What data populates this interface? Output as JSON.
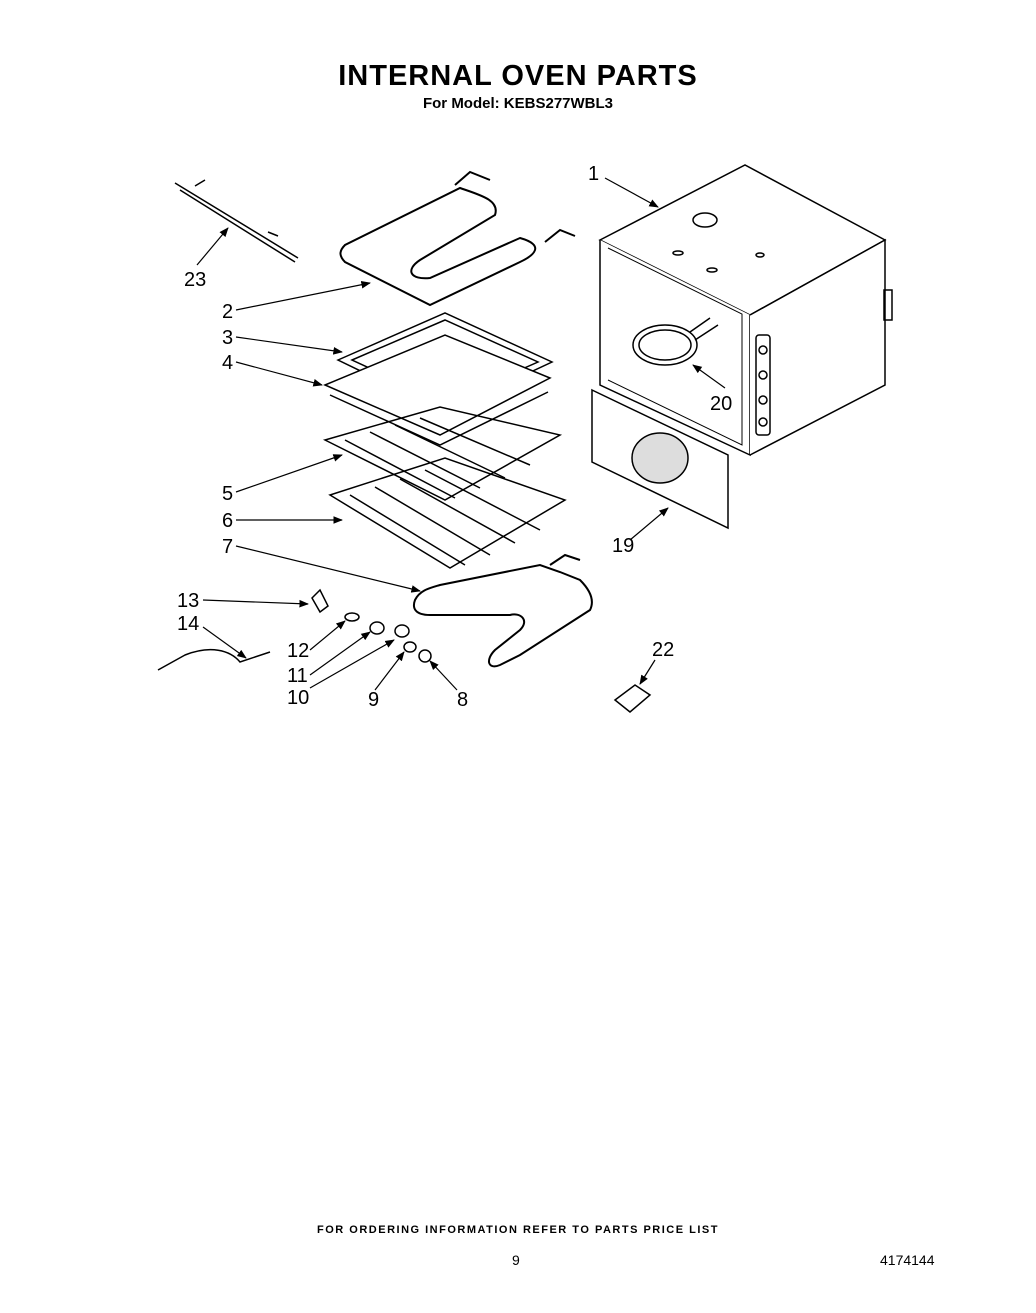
{
  "header": {
    "title": "INTERNAL OVEN PARTS",
    "subtitle": "For Model: KEBS277WBL3"
  },
  "callouts": {
    "c1": "1",
    "c2": "2",
    "c3": "3",
    "c4": "4",
    "c5": "5",
    "c6": "6",
    "c7": "7",
    "c8": "8",
    "c9": "9",
    "c10": "10",
    "c11": "11",
    "c12": "12",
    "c13": "13",
    "c14": "14",
    "c19": "19",
    "c20": "20",
    "c22": "22",
    "c23": "23"
  },
  "footer": {
    "ordering_note": "FOR ORDERING INFORMATION REFER TO PARTS PRICE LIST",
    "page_number": "9",
    "doc_number": "4174144"
  }
}
